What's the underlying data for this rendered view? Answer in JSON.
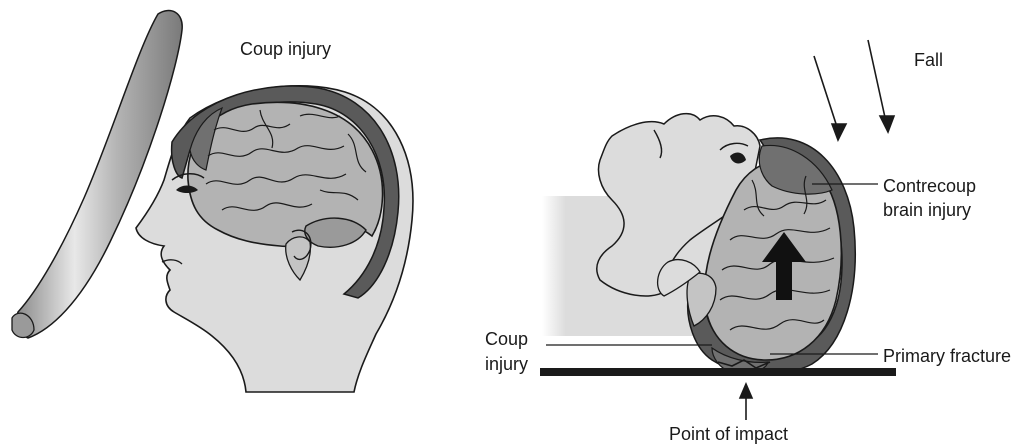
{
  "labels": {
    "coup_injury_left": "Coup injury",
    "fall": "Fall",
    "contrecoup_line1": "Contrecoup",
    "contrecoup_line2": "brain injury",
    "coup_line1": "Coup",
    "coup_line2": "injury",
    "primary_fracture": "Primary fracture",
    "point_of_impact": "Point of impact"
  },
  "colors": {
    "skin": "#dcdcdc",
    "skull": "#5a5a5a",
    "brain": "#b3b3b3",
    "injury": "#707070",
    "ink": "#1a1a1a",
    "bat": "#b8b8b8"
  }
}
